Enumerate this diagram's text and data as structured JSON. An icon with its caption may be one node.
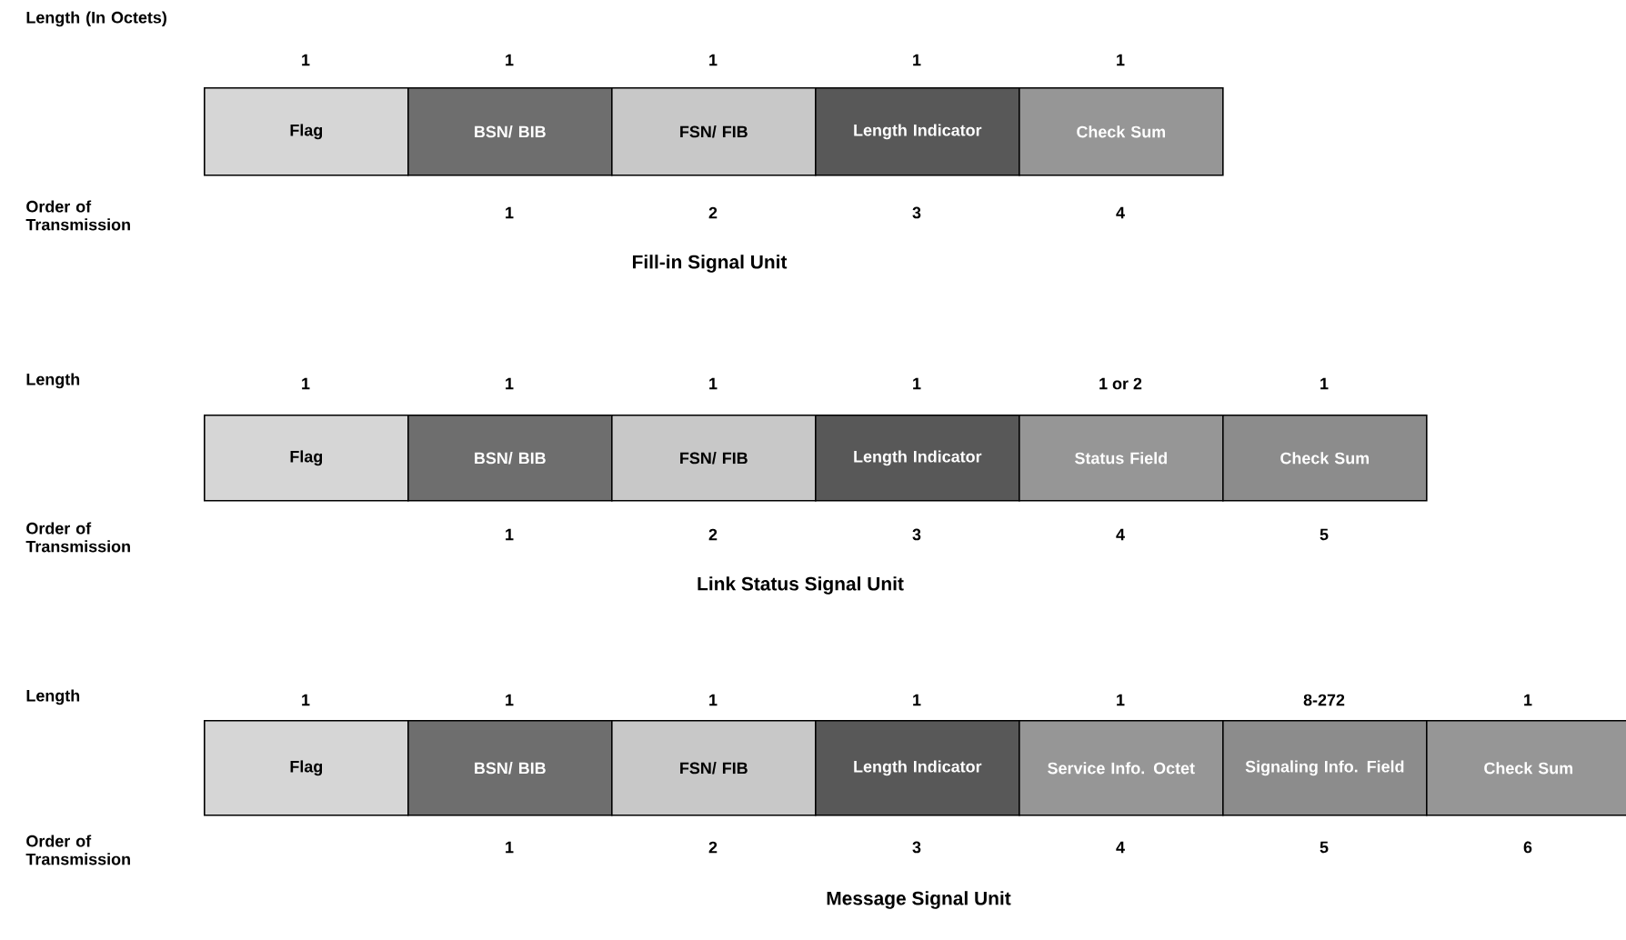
{
  "diagram": {
    "nodes": [
      {
        "text": [
          "Flag"
        ],
        "beside": [
          "1"
        ]
      },
      {
        "text": [
          "BSN/ BIB"
        ],
        "beside": [
          "1",
          "1"
        ]
      },
      {
        "text": [
          "FSN/ FIB"
        ],
        "beside": [
          "1",
          "2"
        ]
      },
      {
        "text": [
          "Length Indicator"
        ],
        "beside": [
          "1",
          "3"
        ]
      },
      {
        "text": [
          "Check Sum"
        ],
        "beside": [
          "1",
          "4"
        ]
      },
      {
        "text": [
          "Flag"
        ],
        "beside": [
          "1"
        ]
      },
      {
        "text": [
          "BSN/ BIB"
        ],
        "beside": [
          "1",
          "1"
        ]
      },
      {
        "text": [
          "FSN/ FIB"
        ],
        "beside": [
          "1",
          "2"
        ]
      },
      {
        "text": [
          "Length Indicator"
        ],
        "beside": [
          "1",
          "3"
        ]
      },
      {
        "text": [
          "Status Field"
        ],
        "beside": [
          "1 or 2",
          "4"
        ]
      },
      {
        "text": [
          "Check Sum"
        ],
        "beside": [
          "1",
          "5"
        ]
      },
      {
        "text": [
          "Flag"
        ],
        "beside": [
          "1"
        ]
      },
      {
        "text": [
          "BSN/ BIB"
        ],
        "beside": [
          "1",
          "1"
        ]
      },
      {
        "text": [
          "FSN/ FIB"
        ],
        "beside": [
          "1",
          "2"
        ]
      },
      {
        "text": [
          "Length Indicator"
        ],
        "beside": [
          "1",
          "3"
        ]
      },
      {
        "text": [
          "Service Info. Octet"
        ],
        "beside": [
          "1",
          "4"
        ]
      },
      {
        "text": [
          "Signaling Info. Field"
        ],
        "beside": [
          "8-272",
          "5"
        ]
      },
      {
        "text": [
          "Check Sum"
        ],
        "beside": [
          "1",
          "6"
        ]
      }
    ],
    "labels": [
      "Length (In Octets)",
      "Order of Transmission",
      "Fill-in Signal Unit",
      "Length",
      "Order of Transmission",
      "Link Status Signal Unit",
      "Length",
      "Order of Transmission",
      "Message Signal Unit"
    ]
  }
}
